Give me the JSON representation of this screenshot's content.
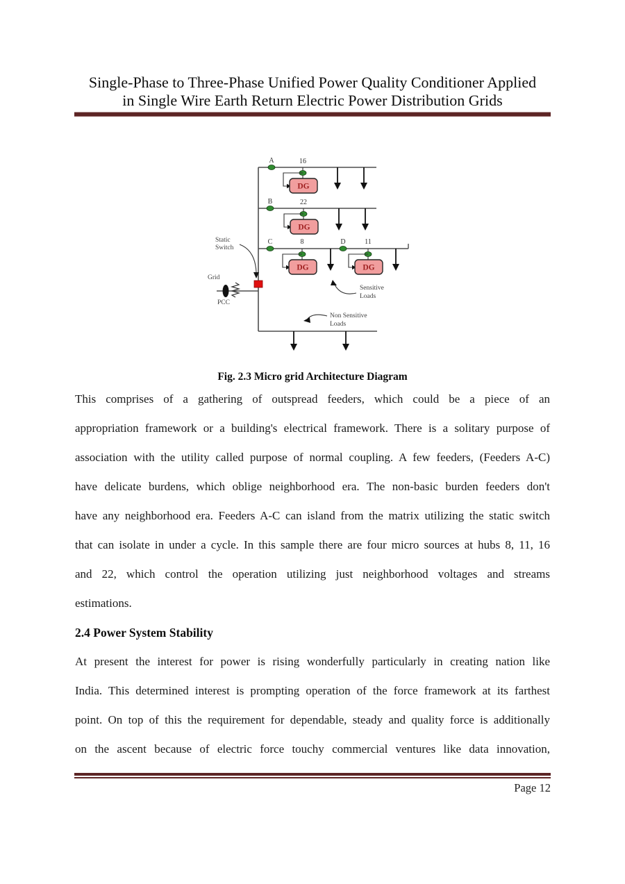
{
  "page": {
    "title_line1": "Single-Phase to Three-Phase Unified Power Quality Conditioner Applied",
    "title_line2": "in Single Wire Earth Return Electric Power Distribution Grids",
    "footer_page": "Page 12"
  },
  "figure": {
    "caption": "Fig. 2.3 Micro grid Architecture Diagram",
    "labels": {
      "feeder_a": "A",
      "feeder_b": "B",
      "feeder_c": "C",
      "feeder_d": "D",
      "node_16": "16",
      "node_22": "22",
      "node_8": "8",
      "node_11": "11",
      "dg": "DG",
      "static_switch_line1": "Static",
      "static_switch_line2": "Switch",
      "grid": "Grid",
      "pcc": "PCC",
      "sensitive_line1": "Sensitive",
      "sensitive_line2": "Loads",
      "non_sensitive_line1": "Non Sensitive",
      "non_sensitive_line2": "Loads"
    },
    "colors": {
      "dg_fill": "#f19e9e",
      "dg_border": "#262626",
      "dg_text": "#9e1f1f",
      "node_green": "#2f8b2f",
      "switch_red": "#e01010",
      "line_gray": "#4d4d4d",
      "rule_maroon": "#5d2525"
    }
  },
  "content": {
    "para1_lines": [
      "This comprises of a gathering of outspread feeders, which could be a piece of an",
      "appropriation framework or a building's electrical framework. There is a solitary purpose of",
      "association with the utility called purpose of normal coupling. A few feeders, (Feeders A-C)",
      "have delicate burdens, which oblige neighborhood era. The non-basic burden feeders don't",
      "have any neighborhood era. Feeders A-C can island from the matrix utilizing the static switch",
      "that can isolate in under a cycle. In this sample there are four micro sources at hubs 8, 11, 16",
      "and 22, which control the operation utilizing just neighborhood voltages and streams",
      "estimations."
    ],
    "heading": "2.4 Power System Stability",
    "para2_lines": [
      "At present the interest for power is rising wonderfully particularly in creating nation like",
      "India. This determined interest is prompting operation of the force framework at its farthest",
      "point. On top of this the requirement for dependable, steady and quality force is additionally",
      "on the ascent because of electric force touchy commercial ventures like data innovation,"
    ]
  }
}
